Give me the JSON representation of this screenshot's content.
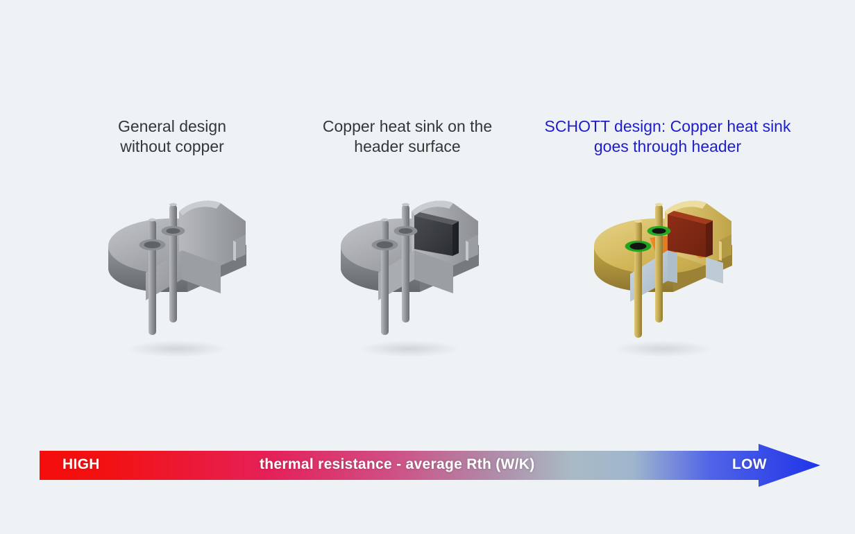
{
  "page": {
    "background_color": "#eff2f4",
    "title_text_color": "#333739",
    "highlight_text_color": "#1d1dcc"
  },
  "columns": [
    {
      "id": "general-design",
      "title": "General design\nwithout copper",
      "highlighted": false,
      "figure": {
        "name": "to-header-no-copper",
        "description": "Cut-away 3D render of a TO metal header with two pins, no copper heat sink",
        "materials": [
          "steel-gray"
        ],
        "colors": {
          "body": "#8e9195",
          "body_light": "#bcbfc2",
          "body_dark": "#6d7073",
          "cut_face": "#a9acb0",
          "block": "#8e9195"
        }
      }
    },
    {
      "id": "copper-on-surface",
      "title": "Copper heat sink on the\nheader surface",
      "highlighted": false,
      "figure": {
        "name": "to-header-copper-on-surface",
        "description": "Cut-away 3D render of a TO metal header with a heat sink block sitting on the header surface",
        "materials": [
          "steel-gray",
          "dark-block"
        ],
        "colors": {
          "body": "#8e9195",
          "body_light": "#bcbfc2",
          "body_dark": "#6d7073",
          "cut_face": "#a9acb0",
          "block": "#3d4043"
        }
      }
    },
    {
      "id": "schott-design",
      "title": "SCHOTT design: Copper heat sink\ngoes through header",
      "highlighted": true,
      "figure": {
        "name": "to-header-copper-through-header",
        "description": "Cut-away 3D render of a gold-plated TO header with a copper heat sink passing through the header body, green glass-to-metal seals around the pins",
        "materials": [
          "gold",
          "copper",
          "glass-seal-green",
          "cut-plane-blue"
        ],
        "colors": {
          "body": "#d4b551",
          "body_light": "#e7d185",
          "body_dark": "#a88f3c",
          "copper": "#8c2b16",
          "copper_light": "#e0761e",
          "seal_green": "#1fa51f",
          "cut_face": "#b6c6d1"
        }
      }
    }
  ],
  "scalebar": {
    "left_label": "HIGH",
    "center_label": "thermal resistance - average Rth (W/K)",
    "right_label": "LOW",
    "label_color": "#ffffff",
    "gradient_stops": [
      {
        "offset": "0%",
        "color": "#f50d0d"
      },
      {
        "offset": "8%",
        "color": "#f21111"
      },
      {
        "offset": "30%",
        "color": "#e5215a"
      },
      {
        "offset": "45%",
        "color": "#cf4f85"
      },
      {
        "offset": "58%",
        "color": "#b08aa8"
      },
      {
        "offset": "68%",
        "color": "#a9bac4"
      },
      {
        "offset": "76%",
        "color": "#9fb6cd"
      },
      {
        "offset": "86%",
        "color": "#5063e8"
      },
      {
        "offset": "100%",
        "color": "#2034e8"
      }
    ],
    "direction": "left-to-right",
    "arrow_head": "right"
  }
}
